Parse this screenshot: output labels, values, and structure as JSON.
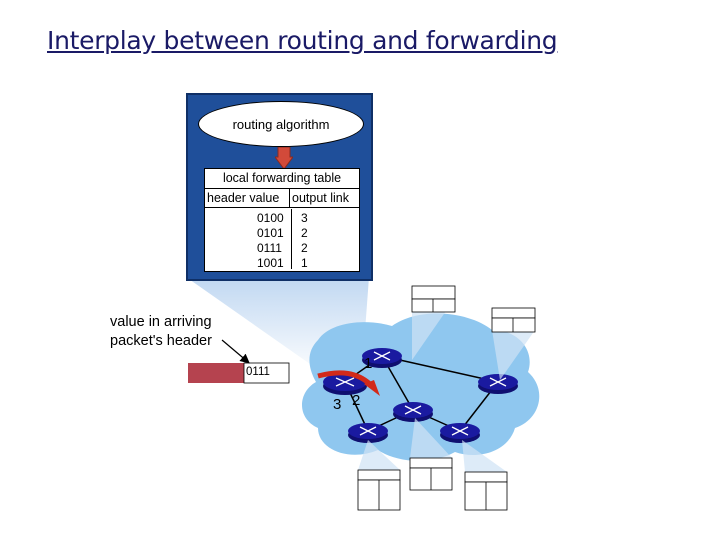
{
  "title": "Interplay between routing and forwarding",
  "routing_algorithm": "routing algorithm",
  "forwarding_table": {
    "title": "local forwarding table",
    "columns": [
      "header value",
      "output link"
    ],
    "rows": [
      {
        "header": "0100",
        "link": "3"
      },
      {
        "header": "0101",
        "link": "2"
      },
      {
        "header": "0111",
        "link": "2"
      },
      {
        "header": "1001",
        "link": "1"
      }
    ]
  },
  "caption": {
    "line1": "value in arriving",
    "line2": "packet's header"
  },
  "packet": {
    "header_value": "0111"
  },
  "links": {
    "one": "1",
    "two": "2",
    "three": "3"
  },
  "colors": {
    "panel": "#1f4f9a",
    "network_cloud": "#8fc7ef",
    "router": "#1a1aa0",
    "packet": "#b5434f",
    "arrow": "#d22a1a",
    "title": "#1a1a66"
  }
}
